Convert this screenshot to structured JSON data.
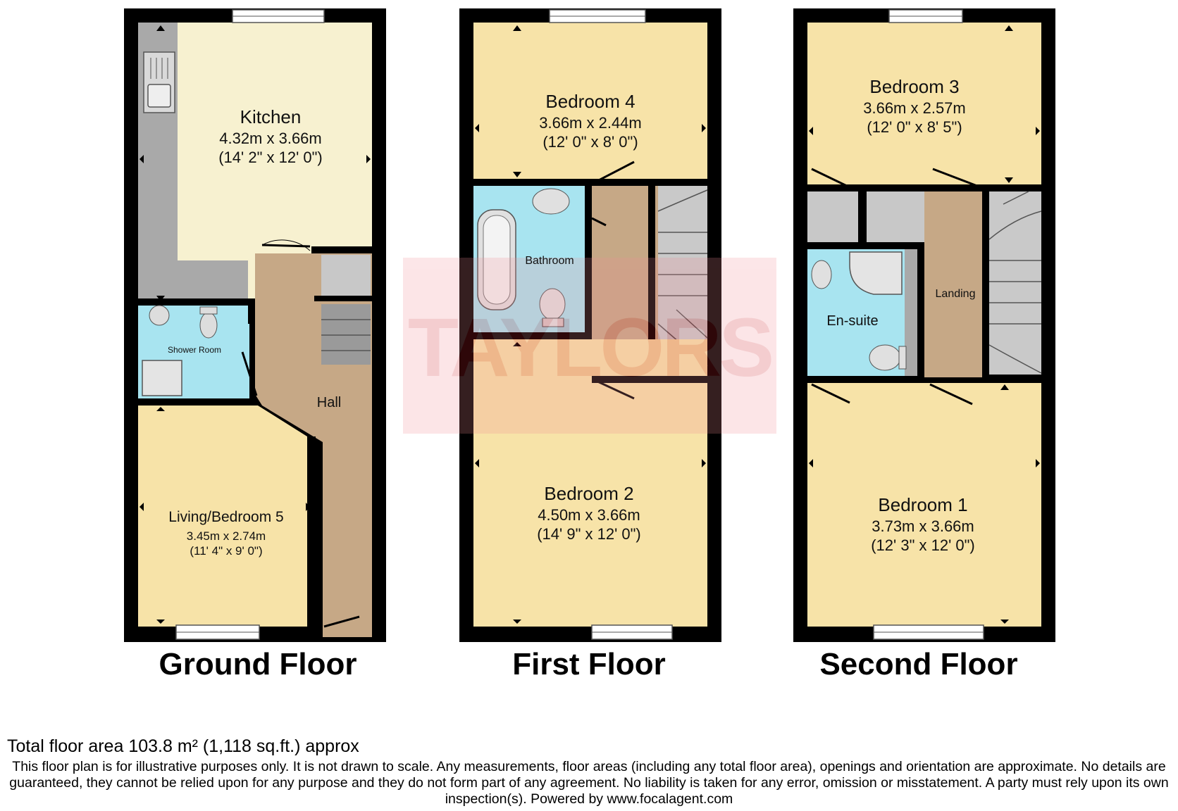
{
  "watermark": {
    "text": "TAYLORS",
    "color": "#e8303a"
  },
  "colors": {
    "wall": "#000000",
    "bedroom": "#f7e3a8",
    "kitchen": "#f7f1d0",
    "wet_room": "#a8e4f0",
    "hall": "#c6a886",
    "stairs": "#c9c9c9",
    "worktop": "#a9a9a9",
    "cupboard": "#c8c8c8"
  },
  "ground_floor": {
    "title": "Ground Floor",
    "kitchen": {
      "name": "Kitchen",
      "metric": "4.32m x 3.66m",
      "imperial": "(14' 2\" x 12' 0\")"
    },
    "shower_room": {
      "name": "Shower Room"
    },
    "hall": {
      "name": "Hall"
    },
    "living": {
      "name": "Living/Bedroom 5",
      "metric": "3.45m x 2.74m",
      "imperial": "(11' 4\" x 9' 0\")"
    }
  },
  "first_floor": {
    "title": "First Floor",
    "bedroom4": {
      "name": "Bedroom 4",
      "metric": "3.66m x 2.44m",
      "imperial": "(12' 0\" x 8' 0\")"
    },
    "bathroom": {
      "name": "Bathroom"
    },
    "bedroom2": {
      "name": "Bedroom 2",
      "metric": "4.50m x 3.66m",
      "imperial": "(14' 9\" x 12' 0\")"
    }
  },
  "second_floor": {
    "title": "Second Floor",
    "bedroom3": {
      "name": "Bedroom 3",
      "metric": "3.66m x 2.57m",
      "imperial": "(12' 0\" x 8' 5\")"
    },
    "ensuite": {
      "name": "En-suite"
    },
    "landing": {
      "name": "Landing"
    },
    "bedroom1": {
      "name": "Bedroom 1",
      "metric": "3.73m x 3.66m",
      "imperial": "(12' 3\" x 12' 0\")"
    }
  },
  "footer": {
    "total_area": "Total floor area 103.8 m² (1,118 sq.ft.) approx",
    "disclaimer": "This floor plan is for illustrative purposes only. It is not drawn to scale. Any measurements, floor areas (including any total floor area), openings and orientation are approximate. No details are guaranteed, they cannot be relied upon for any purpose and they do not form part of any agreement. No liability is taken for any error, omission or misstatement. A party must rely upon its own inspection(s). Powered by www.focalagent.com"
  }
}
